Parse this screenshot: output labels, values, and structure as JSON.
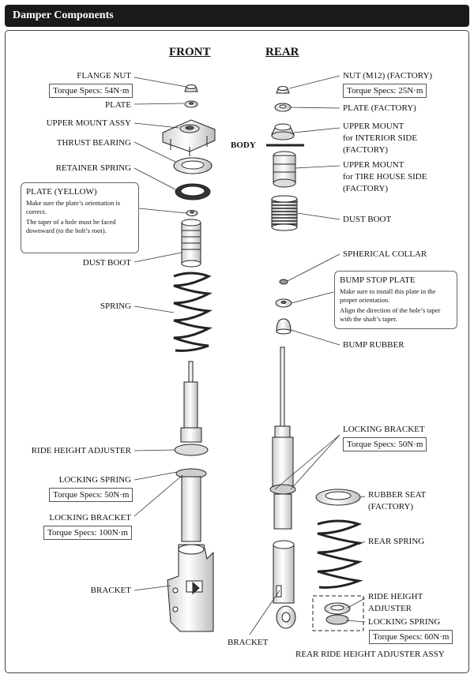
{
  "title": "Damper Components",
  "front": {
    "header": "FRONT",
    "labels": {
      "flange_nut": "FLANGE NUT",
      "plate": "PLATE",
      "upper_mount": "UPPER MOUNT ASSY",
      "thrust_bearing": "THRUST BEARING",
      "retainer_spring": "RETAINER SPRING",
      "dust_boot": "DUST BOOT",
      "spring": "SPRING",
      "ride_height_adjuster": "RIDE HEIGHT ADJUSTER",
      "locking_spring": "LOCKING SPRING",
      "locking_bracket": "LOCKING BRACKET",
      "bracket": "BRACKET"
    },
    "torque": {
      "flange_nut": "Torque Specs: 54N·m",
      "locking_spring": "Torque Specs: 50N·m",
      "locking_bracket": "Torque Specs: 100N·m"
    },
    "note": {
      "title": "PLATE (YELLOW)",
      "line1": "Make sure the plate’s orientation is correct.",
      "line2": "The taper of a hole must be faced downward (to the bolt’s root)."
    }
  },
  "rear": {
    "header": "REAR",
    "body_label": "BODY",
    "labels": {
      "nut": "NUT (M12) (FACTORY)",
      "plate": "PLATE (FACTORY)",
      "upper_mount_interior_1": "UPPER MOUNT",
      "upper_mount_interior_2": "for INTERIOR SIDE",
      "upper_mount_interior_3": "(FACTORY)",
      "upper_mount_tire_1": "UPPER MOUNT",
      "upper_mount_tire_2": "for TIRE HOUSE SIDE",
      "upper_mount_tire_3": "(FACTORY)",
      "dust_boot": "DUST BOOT",
      "spherical_collar": "SPHERICAL COLLAR",
      "bump_rubber": "BUMP RUBBER",
      "locking_bracket": "LOCKING BRACKET",
      "rubber_seat_1": "RUBBER SEAT",
      "rubber_seat_2": "(FACTORY)",
      "rear_spring": "REAR SPRING",
      "ride_height_1": "RIDE HEIGHT",
      "ride_height_2": "ADJUSTER",
      "locking_spring": "LOCKING SPRING",
      "bracket": "BRACKET",
      "rear_adjuster_assy": "REAR RIDE HEIGHT ADJUSTER ASSY"
    },
    "torque": {
      "nut": "Torque Specs: 25N·m",
      "locking_bracket": "Torque Specs: 50N·m",
      "locking_spring": "Torque Specs: 60N·m"
    },
    "note": {
      "title": "BUMP STOP PLATE",
      "line1": "Make sure to install this plate in the proper orientation.",
      "line2": "Align the direction of the hole’s taper with the shaft’s taper."
    }
  }
}
